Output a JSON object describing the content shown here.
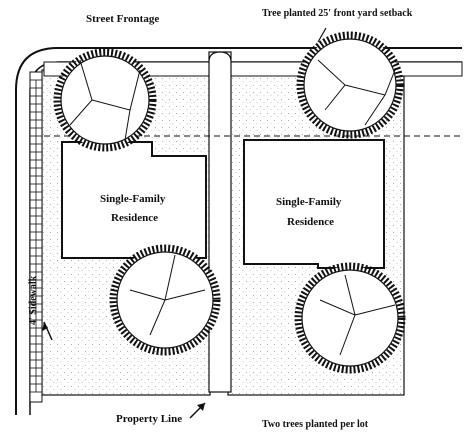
{
  "labels": {
    "street_frontage": "Street Frontage",
    "setback_note": "Tree planted 25' front yard setback",
    "residence_left_line1": "Single-Family",
    "residence_left_line2": "Residence",
    "residence_right_line1": "Single-Family",
    "residence_right_line2": "Residence",
    "sidewalk": "4' Sidewalk",
    "property_line": "Property Line",
    "trees_per_lot": "Two trees planted per lot"
  },
  "colors": {
    "ink": "#111111",
    "paper": "#ffffff",
    "stipple": "#9a9a9a"
  }
}
